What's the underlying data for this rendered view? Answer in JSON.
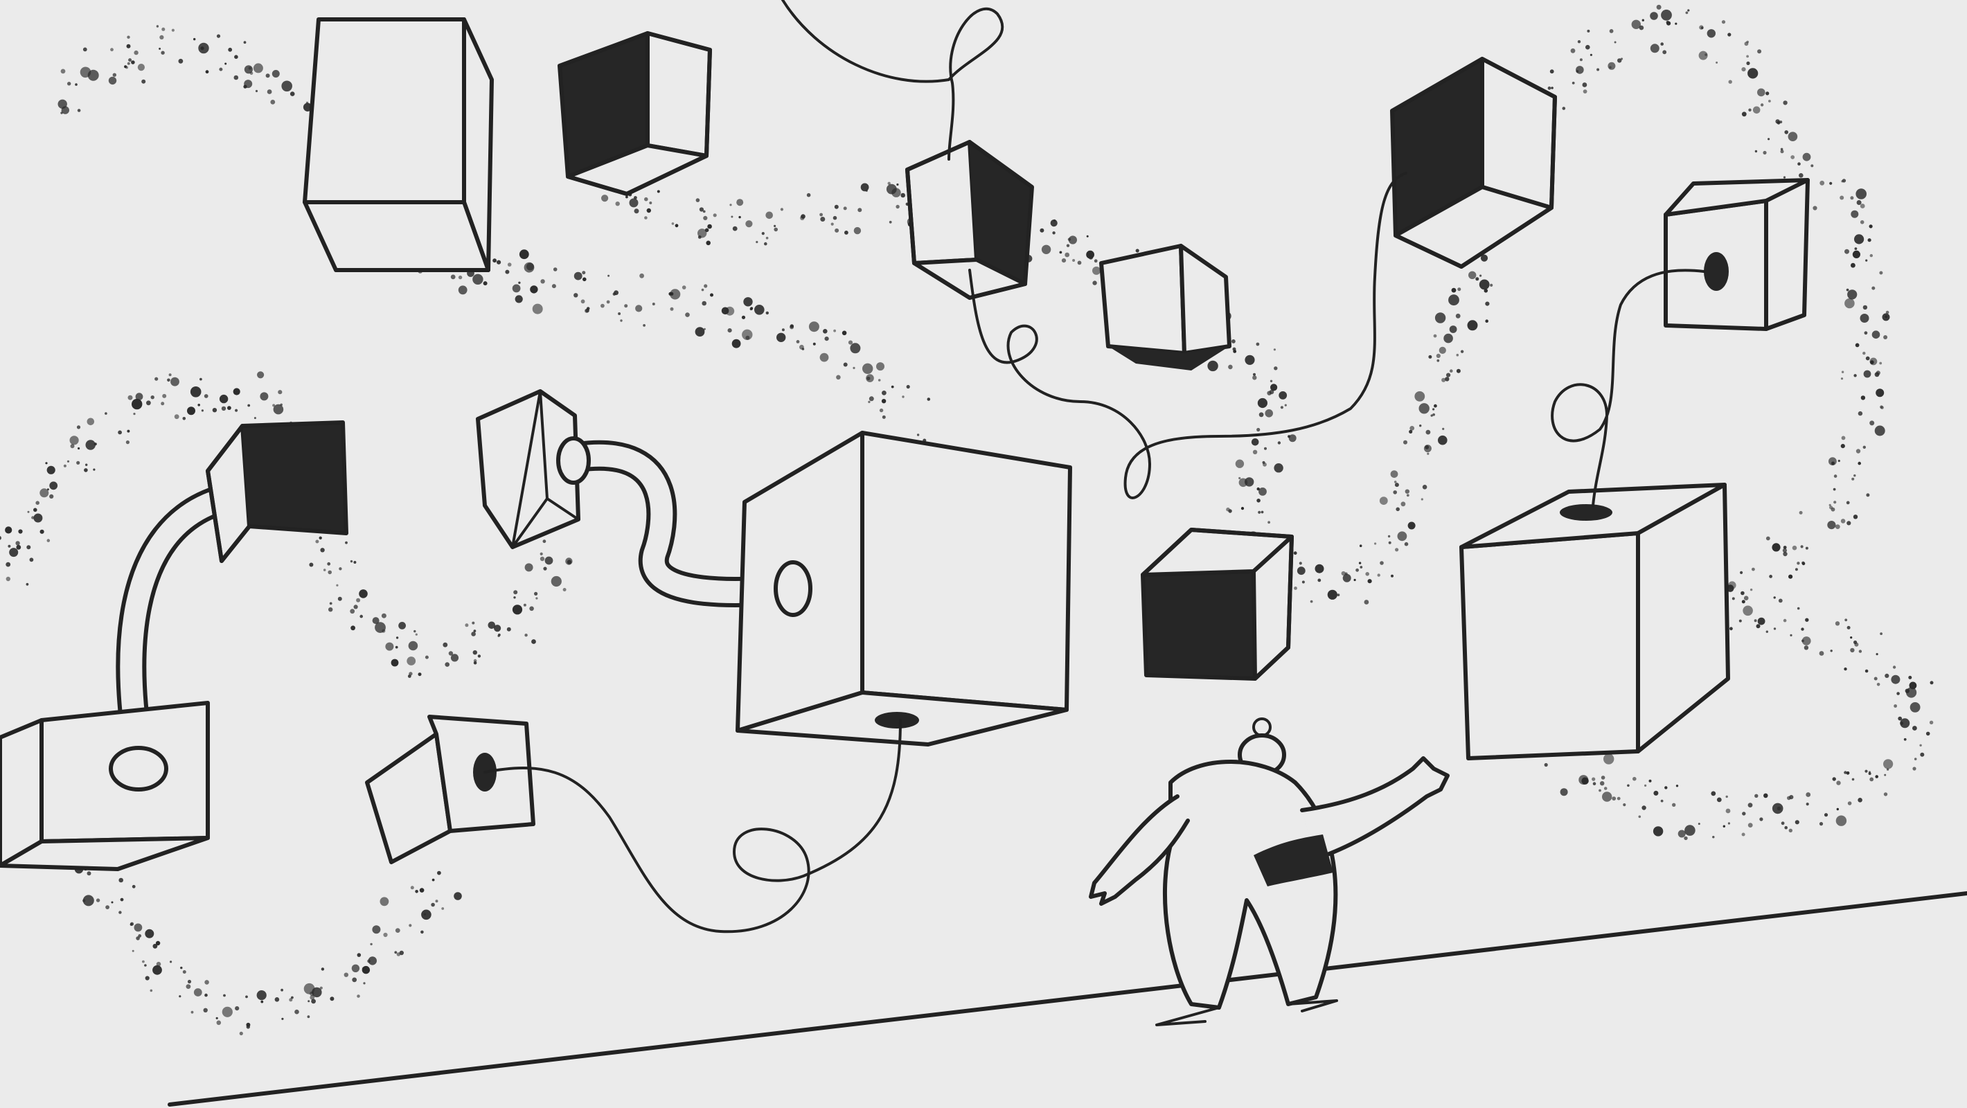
{
  "illustration": {
    "style": "pencil sketch",
    "colors": {
      "background": "#ebebeb",
      "ink": "#222222",
      "fill_dark": "#262626"
    },
    "elements": [
      "floating-cubes",
      "dotted-trails",
      "connecting-cables",
      "connecting-tubes",
      "person-figure",
      "ground-line"
    ]
  }
}
